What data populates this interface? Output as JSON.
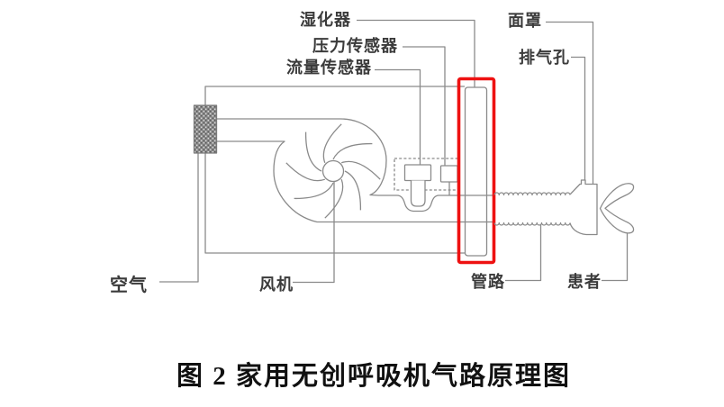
{
  "figure": {
    "title": "图 2 家用无创呼吸机气路原理图",
    "labels": {
      "humidifier": "湿化器",
      "pressure_sensor": "压力传感器",
      "flow_sensor": "流量传感器",
      "mask": "面罩",
      "exhaust_port": "排气孔",
      "air": "空气",
      "blower": "风机",
      "tubing": "管路",
      "patient": "患者"
    },
    "highlighted_component": "湿化器",
    "colors": {
      "highlight": "#ee1111",
      "line": "#8a8a8a",
      "label_text": "#3b3b3b",
      "title_text": "#111111"
    }
  }
}
